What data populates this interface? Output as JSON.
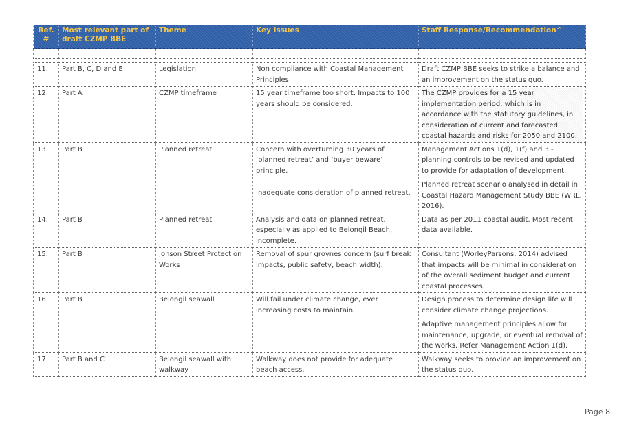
{
  "table": {
    "headers": {
      "ref": "Ref. #",
      "part": "Most relevant part of draft CZMP BBE",
      "theme": "Theme",
      "issues": "Key Issues",
      "response": "Staff Response/Recommendation^"
    },
    "rows": [
      {
        "ref": "11.",
        "part": "Part B, C, D and E",
        "theme": "Legislation",
        "issues": [
          "Non compliance with Coastal Management Principles."
        ],
        "response": [
          "Draft CZMP BBE seeks to strike a balance and an improvement on the status quo."
        ]
      },
      {
        "ref": "12.",
        "part": "Part A",
        "theme": "CZMP timeframe",
        "issues": [
          "15 year timeframe too short. Impacts to 100 years should be considered."
        ],
        "response": [
          "The CZMP provides for a 15 year implementation period, which is in accordance with the statutory guidelines, in consideration of current and forecasted coastal hazards and risks for 2050 and 2100."
        ]
      },
      {
        "ref": "13.",
        "part": "Part B",
        "theme": "Planned retreat",
        "issues": [
          "Concern with overturning 30 years of ‘planned retreat’ and ‘buyer beware’ principle.",
          "Inadequate consideration of planned retreat."
        ],
        "response": [
          "Management Actions 1(d), 1(f) and 3 - planning controls to be revised and updated to provide for adaptation of development.",
          "Planned retreat scenario analysed in detail in Coastal Hazard Management Study BBE (WRL, 2016)."
        ]
      },
      {
        "ref": "14.",
        "part": "Part B",
        "theme": "Planned retreat",
        "issues": [
          "Analysis and data on planned retreat, especially as applied to Belongil Beach, incomplete."
        ],
        "response": [
          "Data as per 2011 coastal audit. Most recent data available."
        ]
      },
      {
        "ref": "15.",
        "part": "Part B",
        "theme": "Jonson Street Protection Works",
        "issues": [
          "Removal of spur groynes concern (surf break impacts, public safety, beach width)."
        ],
        "response": [
          "Consultant (WorleyParsons, 2014) advised that impacts will be minimal in consideration of the overall sediment budget and current coastal processes."
        ]
      },
      {
        "ref": "16.",
        "part": "Part B",
        "theme": "Belongil seawall",
        "issues": [
          "Will fail under climate change, ever increasing costs to maintain."
        ],
        "response": [
          "Design process to determine design life will consider climate change projections.",
          "Adaptive management principles allow for maintenance, upgrade, or eventual removal of the works. Refer Management Action 1(d)."
        ]
      },
      {
        "ref": "17.",
        "part": "Part B and C",
        "theme": "Belongil seawall with walkway",
        "issues": [
          "Walkway does not provide for adequate beach access."
        ],
        "response": [
          "Walkway seeks to provide an improvement on the status quo."
        ]
      }
    ]
  },
  "footer": {
    "page_label": "Page 8"
  }
}
